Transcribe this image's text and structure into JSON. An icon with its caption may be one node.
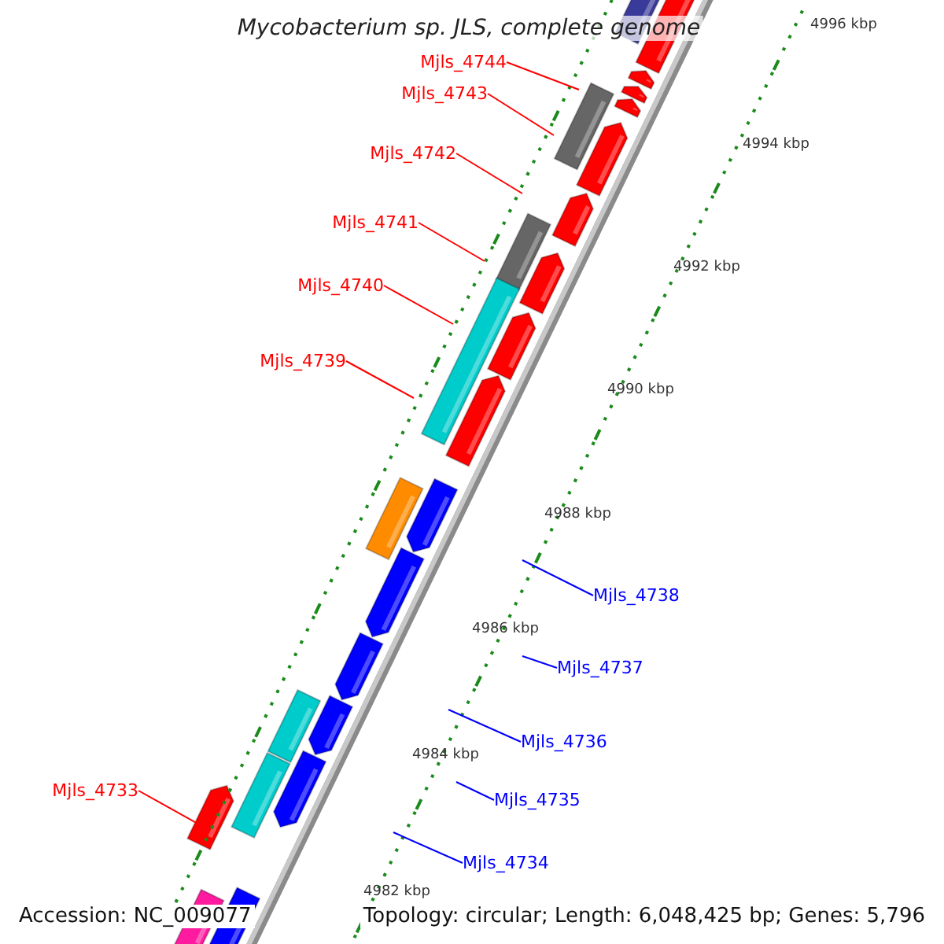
{
  "diagram": {
    "title": "Mycobacterium sp. JLS, complete genome",
    "nodes": [
      {
        "text": [
          "Mjls_4744"
        ]
      },
      {
        "text": [
          "Mjls_4743"
        ]
      },
      {
        "text": [
          "Mjls_4742"
        ]
      },
      {
        "text": [
          "Mjls_4741"
        ]
      },
      {
        "text": [
          "Mjls_4740"
        ]
      },
      {
        "text": [
          "Mjls_4739"
        ]
      },
      {
        "text": [
          "Mjls_4738"
        ]
      },
      {
        "text": [
          "Mjls_4737"
        ]
      },
      {
        "text": [
          "Mjls_4736"
        ]
      },
      {
        "text": [
          "Mjls_4735"
        ]
      },
      {
        "text": [
          "Mjls_4733"
        ]
      },
      {
        "text": [
          "Mjls_4734"
        ]
      }
    ],
    "edges": [
      {
        "from": 0,
        "to": null,
        "arrow": "none"
      },
      {
        "from": 1,
        "to": null,
        "arrow": "none"
      },
      {
        "from": 2,
        "to": null,
        "arrow": "none"
      },
      {
        "from": 3,
        "to": null,
        "arrow": "none"
      },
      {
        "from": 4,
        "to": null,
        "arrow": "none"
      },
      {
        "from": 5,
        "to": null,
        "arrow": "none"
      },
      {
        "from": 6,
        "to": null,
        "arrow": "none",
        "color": "#0000ff"
      },
      {
        "from": 7,
        "to": null,
        "arrow": "none",
        "color": "#0000ff"
      },
      {
        "from": 8,
        "to": null,
        "arrow": "none",
        "color": "#0000ff"
      },
      {
        "from": 9,
        "to": null,
        "arrow": "none",
        "color": "#0000ff"
      },
      {
        "from": 10,
        "to": null,
        "arrow": "none"
      },
      {
        "from": 11,
        "to": null,
        "arrow": "none",
        "color": "#0000ff"
      }
    ],
    "labels": [
      "4996 kbp",
      "4994 kbp",
      "4992 kbp",
      "4990 kbp",
      "4988 kbp",
      "4986 kbp",
      "4984 kbp",
      "4982 kbp",
      "Accession: NC_009077",
      "Topology: circular; Length: 6,048,425 bp; Genes: 5,796"
    ]
  }
}
